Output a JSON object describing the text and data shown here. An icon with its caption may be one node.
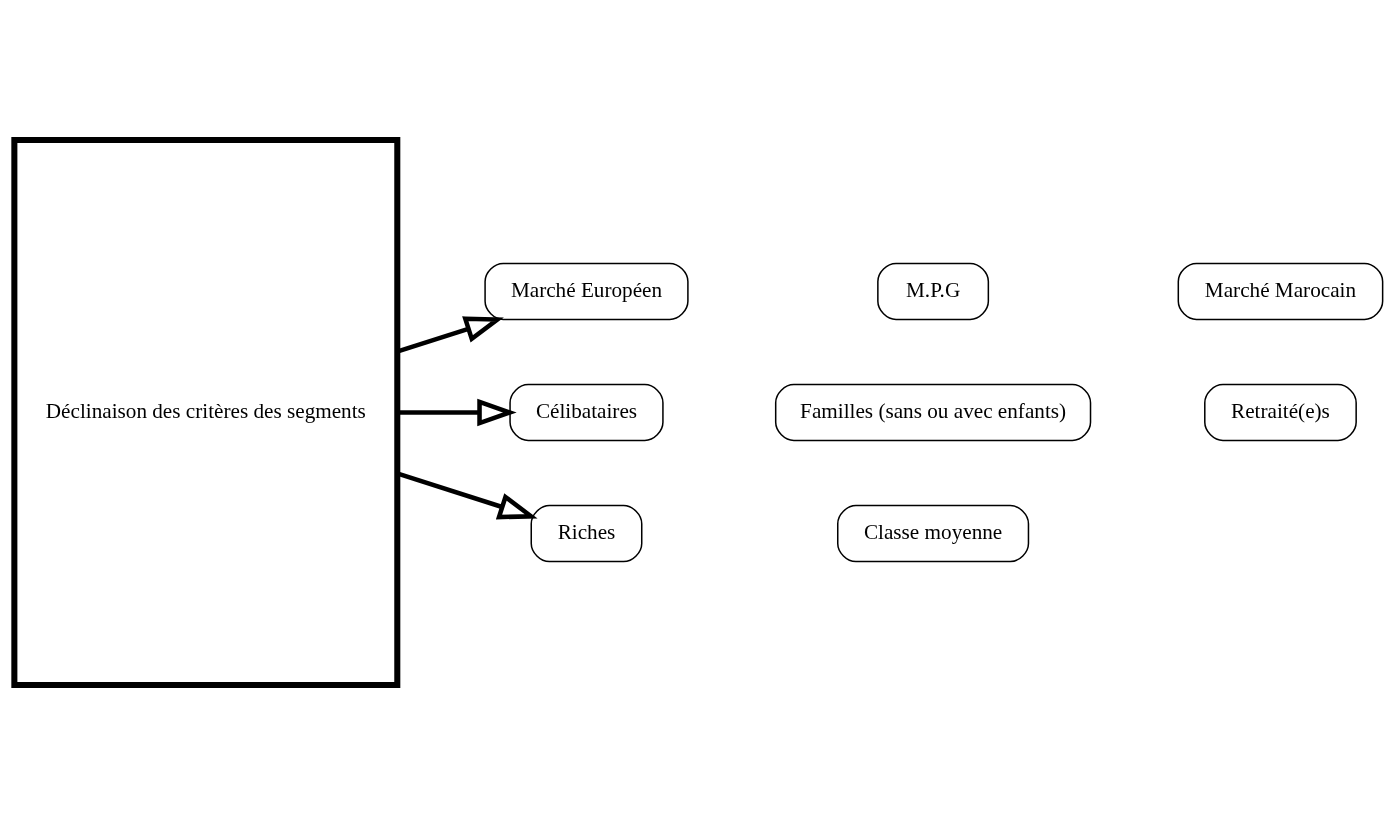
{
  "diagram": {
    "nodes": [
      {
        "text": [
          "Déclinaison des critères des segments"
        ]
      },
      {
        "text": [
          "Marché Européen"
        ]
      },
      {
        "text": [
          "M.P.G"
        ]
      },
      {
        "text": [
          "Marché Marocain"
        ]
      },
      {
        "text": [
          "Célibataires"
        ]
      },
      {
        "text": [
          "Familles (sans ou avec enfants)"
        ]
      },
      {
        "text": [
          "Retraité(e)s"
        ]
      },
      {
        "text": [
          "Riches"
        ]
      },
      {
        "text": [
          "Classe moyenne"
        ]
      }
    ],
    "edges": [
      {
        "from": 0,
        "to": 1,
        "arrow": "to"
      },
      {
        "from": 0,
        "to": 4,
        "arrow": "to"
      },
      {
        "from": 0,
        "to": 7,
        "arrow": "to"
      }
    ]
  }
}
